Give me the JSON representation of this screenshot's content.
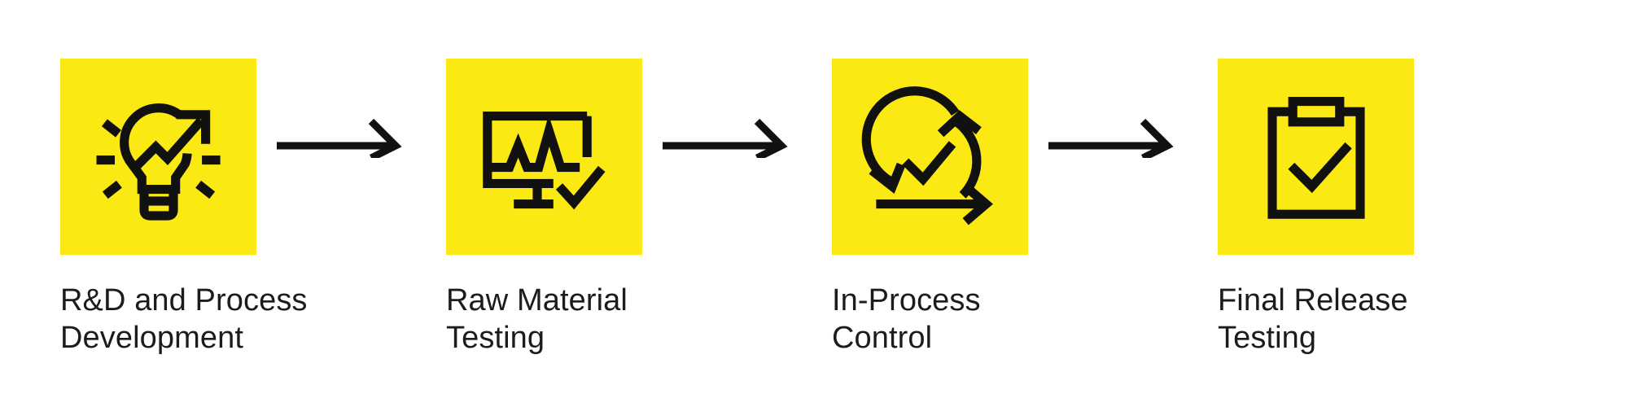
{
  "diagram": {
    "type": "horizontal-process-flow",
    "background_color": "#ffffff",
    "tile_color": "#FBE914",
    "ink_color": "#111111",
    "text_color": "#1c1c1c",
    "stage_count": 4,
    "connector_count": 3,
    "connector_icon": "right-arrow-icon",
    "stages": [
      {
        "index": 1,
        "label": "R&D and Process\nDevelopment",
        "label_line_1": "R&D and Process",
        "label_line_2": "Development",
        "icon": "lightbulb-growth-arrow-icon"
      },
      {
        "index": 2,
        "label": "Raw Material\nTesting",
        "label_line_1": "Raw Material",
        "label_line_2": "Testing",
        "icon": "monitor-waveform-check-icon"
      },
      {
        "index": 3,
        "label": "In-Process\nControl",
        "label_line_1": "In-Process",
        "label_line_2": "Control",
        "icon": "cycle-arrows-check-icon"
      },
      {
        "index": 4,
        "label": "Final Release\nTesting",
        "label_line_1": "Final Release",
        "label_line_2": "Testing",
        "icon": "clipboard-check-icon"
      }
    ]
  }
}
